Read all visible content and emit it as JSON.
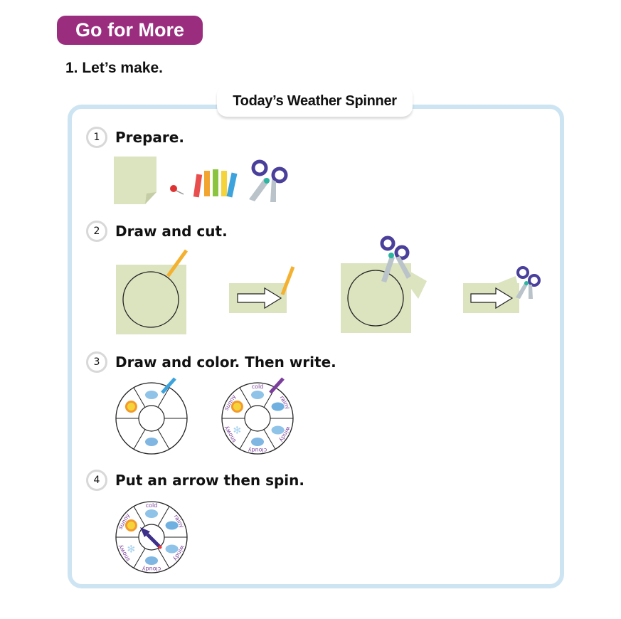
{
  "header": {
    "badge": "Go for More",
    "task": "1. Let’s make."
  },
  "activity": {
    "title": "Today’s Weather Spinner",
    "steps": [
      {
        "number": "1",
        "label": "Prepare."
      },
      {
        "number": "2",
        "label": "Draw and cut."
      },
      {
        "number": "3",
        "label": "Draw and color. Then write."
      },
      {
        "number": "4",
        "label": "Put an arrow then spin."
      }
    ]
  },
  "spinner_labels": [
    "cold",
    "rainy",
    "windy",
    "cloudy",
    "snowy",
    "sunny"
  ],
  "colors": {
    "badge": "#9b2d7f",
    "frame": "#cde4f2",
    "paper": "#dbe3bf"
  }
}
